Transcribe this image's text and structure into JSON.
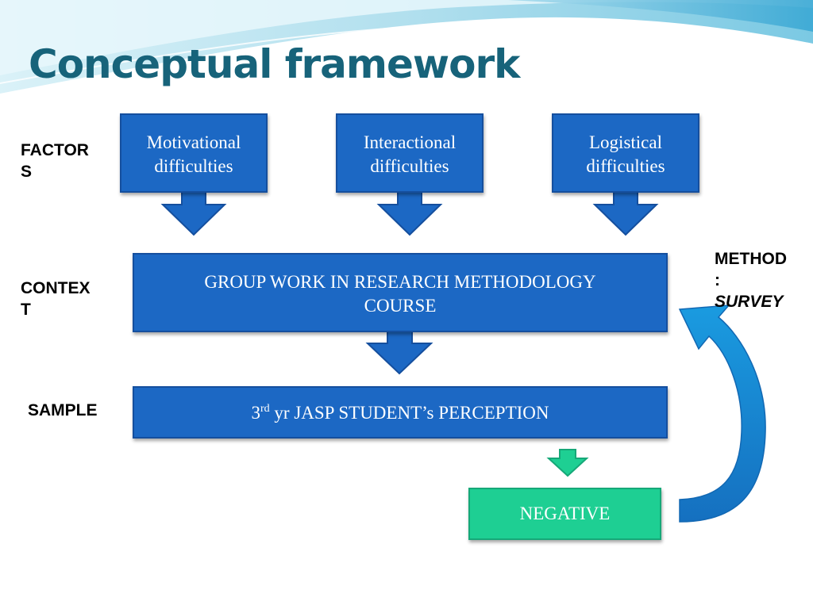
{
  "slide": {
    "title": "Conceptual framework"
  },
  "labels": {
    "factors_line1": "FACTOR",
    "factors_line2": "S",
    "context_line1": "CONTEX",
    "context_line2": "T",
    "sample": "SAMPLE",
    "method_line1": "METHOD",
    "method_line2": ":",
    "method_value": "SURVEY"
  },
  "boxes": {
    "motivational": {
      "line1": "Motivational",
      "line2": "difficulties"
    },
    "interactional": {
      "line1": "Interactional",
      "line2": "difficulties"
    },
    "logistical": {
      "line1": "Logistical",
      "line2": "difficulties"
    },
    "context": "GROUP WORK  IN RESEARCH METHODOLOGY COURSE",
    "sample": {
      "prefix": "3",
      "superscript": "rd",
      "rest": " yr JASP STUDENT’s PERCEPTION"
    },
    "result": "NEGATIVE"
  },
  "colors": {
    "title": "#17637a",
    "box_fill": "#1c68c4",
    "box_border": "#154f9e",
    "result_fill": "#1ecf93",
    "curved_arrow": "#1a8fd6"
  }
}
